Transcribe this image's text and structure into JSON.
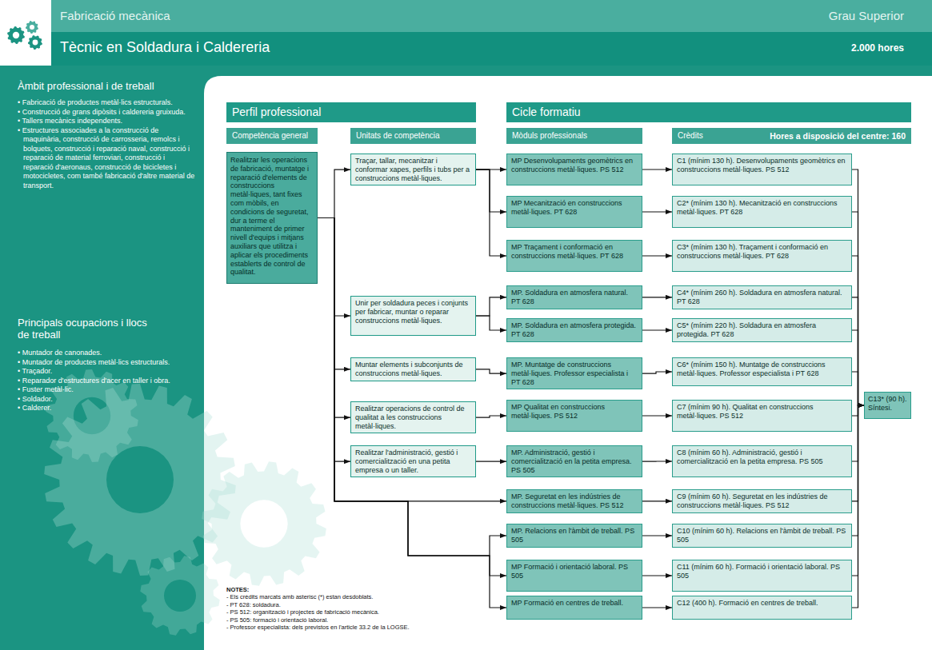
{
  "diagram": {
    "title": "Tècnic en Soldadura i Caldereria",
    "nodes": [
      {
        "text": [
          "Perfil professional"
        ]
      },
      {
        "text": [
          "Cicle formatiu"
        ]
      },
      {
        "text": [
          "Competència general"
        ]
      },
      {
        "text": [
          "Unitats de competència"
        ]
      },
      {
        "text": [
          "Mòduls professionals"
        ]
      },
      {
        "text": [
          "Crèdits",
          "Hores a disposició del centre: 160"
        ]
      },
      {
        "text": [
          "Realitzar les operacions de fabricació, muntatge i reparació d'elements de construccions metàl·liques, tant fixes com mòbils, en condicions de seguretat, dur a terme el manteniment de primer nivell d'equips i mitjans auxiliars que utilitza i aplicar els procediments establerts de control de qualitat."
        ]
      },
      {
        "text": [
          "Traçar, tallar, mecanitzar i conformar xapes, perfils i tubs per a construccions metàl·liques."
        ]
      },
      {
        "text": [
          "Unir per soldadura peces i conjunts per fabricar, muntar o reparar construccions metàl·liques."
        ]
      },
      {
        "text": [
          "Muntar elements i subconjunts de construccions metàl·liques."
        ]
      },
      {
        "text": [
          "Realitzar operacions de control de qualitat a les construccions metàl·liques."
        ]
      },
      {
        "text": [
          "Realitzar l'administració, gestió i comercialització en una petita empresa o un taller."
        ]
      },
      {
        "text": [
          "MP Desenvolupaments geomètrics en construccions metàl·liques. PS 512"
        ]
      },
      {
        "text": [
          "MP Mecanització en construccions metàl·liques. PT 628"
        ]
      },
      {
        "text": [
          "MP Traçament i conformació en construccions metàl·liques. PT 628"
        ]
      },
      {
        "text": [
          "MP. Soldadura en atmosfera natural. PT 628"
        ]
      },
      {
        "text": [
          "MP. Soldadura en atmosfera protegida. PT 628"
        ]
      },
      {
        "text": [
          "MP. Muntatge de construccions metàl·liques. Professor especialista i PT 628"
        ]
      },
      {
        "text": [
          "MP Qualitat en construccions metàl·liques. PS 512"
        ]
      },
      {
        "text": [
          "MP. Administració, gestió i comercialització en la petita empresa. PS 505"
        ]
      },
      {
        "text": [
          "MP. Seguretat en les indústries de construccions metàl·liques. PS 512"
        ]
      },
      {
        "text": [
          "MP. Relacions en l'àmbit de treball. PS 505"
        ]
      },
      {
        "text": [
          "MP Formació i orientació laboral. PS 505"
        ]
      },
      {
        "text": [
          "MP Formació en centres de treball."
        ]
      },
      {
        "text": [
          "C1 (mínim 130 h). Desenvolupaments geomètrics en construccions metàl·liques. PS 512"
        ]
      },
      {
        "text": [
          "C2* (mínim 130 h). Mecanització en construccions metàl·liques. PT 628"
        ]
      },
      {
        "text": [
          "C3* (mínim 130 h). Traçament i conformació en construccions metàl·liques. PT 628"
        ]
      },
      {
        "text": [
          "C4* (mínim 260 h). Soldadura en atmosfera natural. PT 628"
        ]
      },
      {
        "text": [
          "C5* (mínim 220 h). Soldadura en atmosfera protegida. PT 628"
        ]
      },
      {
        "text": [
          "C6* (mínim 150 h). Muntatge de construccions metàl·liques. Professor especialista i PT 628"
        ]
      },
      {
        "text": [
          "C7 (mínim 90 h). Qualitat en construccions metàl·liques. PS 512"
        ]
      },
      {
        "text": [
          "C8 (mínim 60 h). Administració, gestió i comercialització en la petita empresa. PS 505"
        ]
      },
      {
        "text": [
          "C9 (mínim 60 h). Seguretat en les indústries de construccions metàl·liques. PS 512"
        ]
      },
      {
        "text": [
          "C10 (mínim 60 h). Relacions en l'àmbit de treball. PS 505"
        ]
      },
      {
        "text": [
          "C11 (mínim 60 h). Formació i orientació laboral. PS 505"
        ]
      },
      {
        "text": [
          "C12 (400 h). Formació en centres de treball."
        ]
      },
      {
        "text": [
          "C13* (90 h). Síntesi."
        ]
      }
    ],
    "edges": [
      {
        "from": 6,
        "to": 7,
        "arrow": "to"
      },
      {
        "from": 6,
        "to": 8,
        "arrow": "to"
      },
      {
        "from": 6,
        "to": 9,
        "arrow": "to"
      },
      {
        "from": 6,
        "to": 10,
        "arrow": "to"
      },
      {
        "from": 6,
        "to": 11,
        "arrow": "to"
      },
      {
        "from": 6,
        "to": 20,
        "arrow": "to"
      },
      {
        "from": 6,
        "to": 21,
        "arrow": "to"
      },
      {
        "from": 6,
        "to": 22,
        "arrow": "to"
      },
      {
        "from": 6,
        "to": 23,
        "arrow": "to"
      },
      {
        "from": 7,
        "to": 12,
        "arrow": "to"
      },
      {
        "from": 7,
        "to": 13,
        "arrow": "to"
      },
      {
        "from": 7,
        "to": 14,
        "arrow": "to"
      },
      {
        "from": 8,
        "to": 15,
        "arrow": "to"
      },
      {
        "from": 8,
        "to": 16,
        "arrow": "to"
      },
      {
        "from": 9,
        "to": 17,
        "arrow": "to"
      },
      {
        "from": 10,
        "to": 18,
        "arrow": "to"
      },
      {
        "from": 11,
        "to": 19,
        "arrow": "to"
      },
      {
        "from": 12,
        "to": 24,
        "arrow": "to"
      },
      {
        "from": 13,
        "to": 25,
        "arrow": "to"
      },
      {
        "from": 14,
        "to": 26,
        "arrow": "to"
      },
      {
        "from": 15,
        "to": 27,
        "arrow": "to"
      },
      {
        "from": 16,
        "to": 28,
        "arrow": "to"
      },
      {
        "from": 17,
        "to": 29,
        "arrow": "to"
      },
      {
        "from": 18,
        "to": 30,
        "arrow": "to"
      },
      {
        "from": 19,
        "to": 31,
        "arrow": "to"
      },
      {
        "from": 20,
        "to": 32,
        "arrow": "to"
      },
      {
        "from": 21,
        "to": 33,
        "arrow": "to"
      },
      {
        "from": 22,
        "to": 34,
        "arrow": "to"
      },
      {
        "from": 23,
        "to": 35,
        "arrow": "to"
      },
      {
        "from": 24,
        "to": 36,
        "arrow": "to"
      },
      {
        "from": 25,
        "to": 36,
        "arrow": "to"
      },
      {
        "from": 26,
        "to": 36,
        "arrow": "to"
      },
      {
        "from": 27,
        "to": 36,
        "arrow": "to"
      },
      {
        "from": 28,
        "to": 36,
        "arrow": "to"
      },
      {
        "from": 29,
        "to": 36,
        "arrow": "to"
      },
      {
        "from": 30,
        "to": 36,
        "arrow": "to"
      },
      {
        "from": 31,
        "to": 36,
        "arrow": "to"
      },
      {
        "from": 32,
        "to": 36,
        "arrow": "to"
      },
      {
        "from": 33,
        "to": 36,
        "arrow": "to"
      },
      {
        "from": 34,
        "to": 36,
        "arrow": "to"
      },
      {
        "from": 35,
        "to": 36,
        "arrow": "to"
      }
    ],
    "labels": [
      "Fabricació mecànica",
      "Grau Superior",
      "2.000 hores",
      "Àmbit professional i de treball",
      "• Fabricació de productes metàl·lics estructurals.",
      "• Construcció de grans dipòsits i caldereria gruixuda.",
      "• Tallers mecànics independents.",
      "• Estructures associades a la construcció de maquinària, construcció de carrosseria, remolcs i bolquets, construcció i reparació naval, construcció i reparació de material ferroviari, construcció i reparació d'aeronaus, construcció de bicicletes i motocicletes, com també fabricació d'altre material de transport.",
      "Principals ocupacions i llocs de treball",
      "• Muntador de canonades.",
      "• Muntador de productes metàl·lics estructurals.",
      "• Traçador.",
      "• Reparador d'estructures d'acer en taller i obra.",
      "• Fuster metàl·lic.",
      "• Soldador.",
      "• Calderer.",
      "NOTES:",
      "- Els crèdits marcats amb asterisc (*) estan desdoblats.",
      "- PT 628: soldadura.",
      "- PS 512: organització i projectes de fabricació mecànica.",
      "- PS 505: formació i orientació laboral.",
      "- Professor especialista: dels previstos en l'article 33.2 de la LOGSE."
    ]
  }
}
